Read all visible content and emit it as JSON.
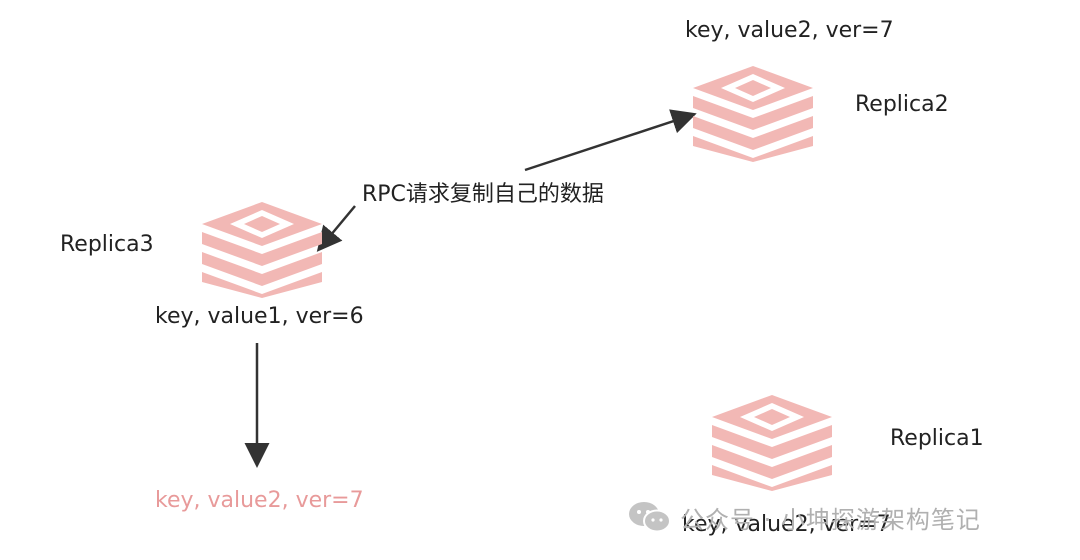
{
  "replicas": {
    "replica2": {
      "name": "Replica2",
      "record": "key, value2, ver=7"
    },
    "replica3": {
      "name": "Replica3",
      "record": "key, value1, ver=6",
      "result": "key, value2, ver=7"
    },
    "replica1": {
      "name": "Replica1",
      "record": "key, value2, ver=7"
    }
  },
  "rpc_label": "RPC请求复制自己的数据",
  "watermark": "公众号 · 小坤探游架构笔记",
  "colors": {
    "stack": "#f2b8b5",
    "result_text": "#e89a9a",
    "arrow": "#333333"
  },
  "icons": {
    "database": "database-stack-icon",
    "wechat": "wechat-icon"
  }
}
